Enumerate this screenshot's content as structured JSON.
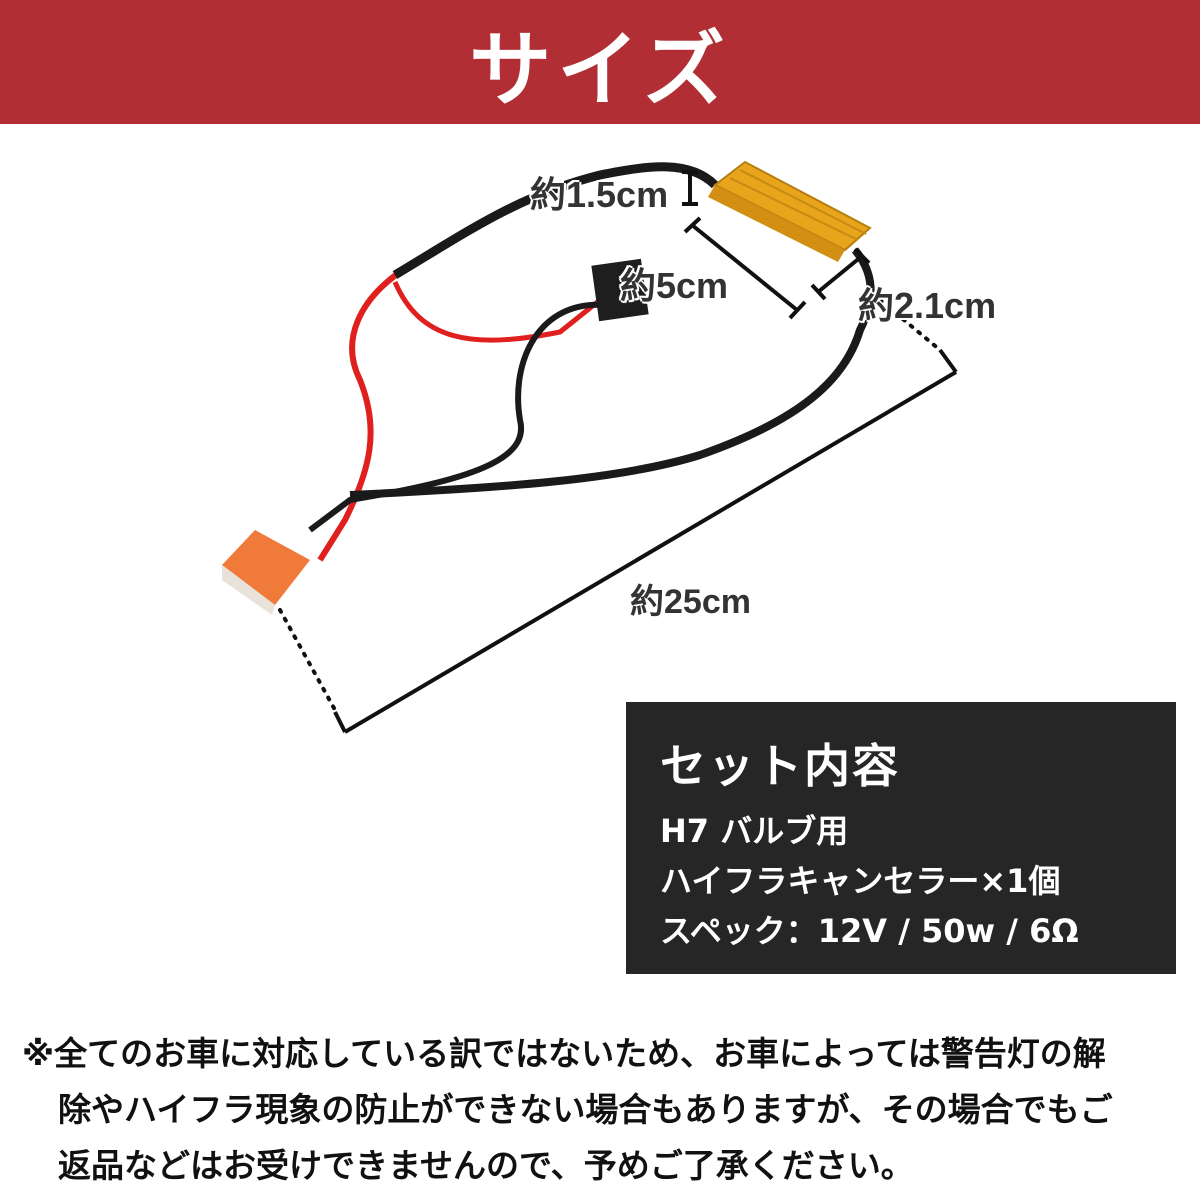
{
  "header": {
    "title": "サイズ",
    "background": "#b02e34"
  },
  "diagram": {
    "labels": {
      "resistor_height": "約1.5cm",
      "resistor_length": "約5cm",
      "resistor_width": "約2.1cm",
      "harness_length": "約25cm"
    },
    "colors": {
      "resistor": "#e8a51c",
      "connector": "#f07a3a",
      "red_wire": "#e01f1f",
      "black_wire": "#1a1a1a"
    }
  },
  "spec_box": {
    "title": "セット内容",
    "lines": [
      "H7 バルブ用",
      "ハイフラキャンセラー×1個",
      "スペック：12V / 50w / 6Ω"
    ]
  },
  "notice": {
    "lines": [
      "※全てのお車に対応している訳ではないため、お車によっては警告灯の解",
      "除やハイフラ現象の防止ができない場合もありますが、その場合でもご",
      "返品などはお受けできませんので、予めご了承ください。"
    ]
  }
}
